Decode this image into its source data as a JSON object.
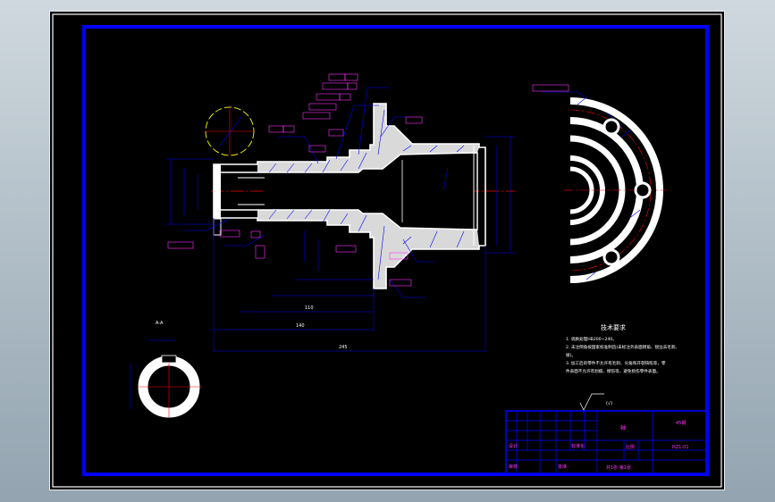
{
  "drawing": {
    "colors": {
      "border": "#0000ff",
      "frame": "#ffffff",
      "outline": "#ffffff",
      "dimension": "#0000ff",
      "centerline": "#ff0000",
      "hatch": "#ffffff",
      "tolerance_box": "#ff33ff",
      "background": "#000000"
    },
    "labels": {
      "section_mark": "A-A",
      "roughness_note": "(√)"
    },
    "tech_notes": {
      "title": "技术要求",
      "lines": [
        "1. 调质处理HB200~240。",
        "2. 未注倒角按国家标准制造(未标注外表面倒角、锐边去毛刺、",
        "棱)。",
        "3. 加工后的零件不允许有毛刺、尖角和开裂缺陷等，零",
        "件表面不允许有划痕、擦伤等，避免损伤零件表面。"
      ]
    },
    "dimensions": {
      "overall_length": "245",
      "mid_length": "140",
      "short_length": "110"
    },
    "title_block": {
      "part_name": "轴",
      "material": "45钢",
      "drawing_no": "HZ1-01",
      "scale_label": "比例",
      "sheet_label": "共1张 第1张",
      "designer_label": "设计",
      "checker_label": "审核",
      "approval_label": "批准",
      "standard_label": "标准化"
    }
  }
}
